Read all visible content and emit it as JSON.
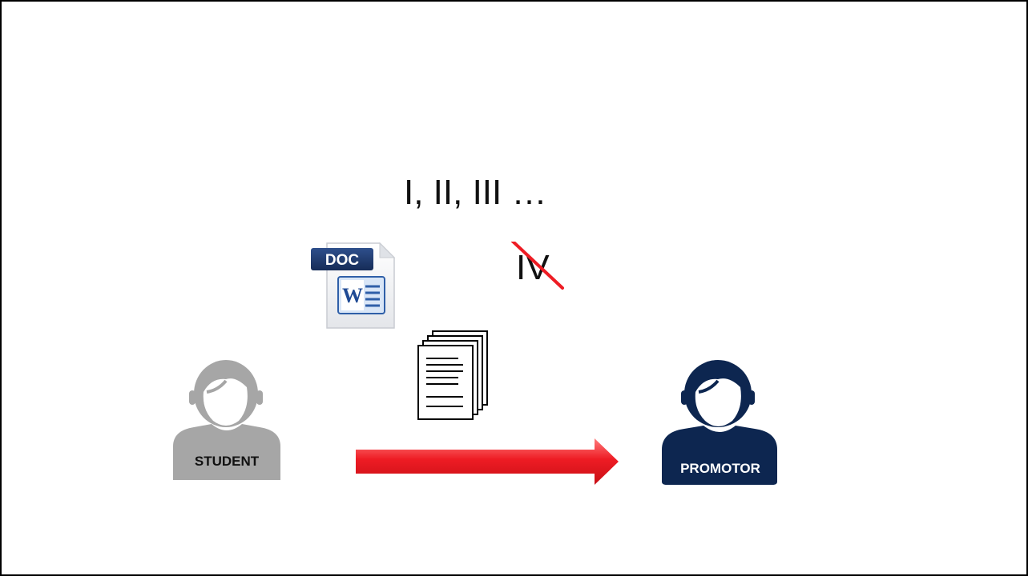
{
  "slide": {
    "chapters_text": "I, II, III …",
    "crossed_out_text": "IV",
    "doc_icon_badge": "DOC",
    "doc_icon_letter": "W",
    "student_label": "STUDENT",
    "promotor_label": "PROMOTOR"
  },
  "colors": {
    "student": "#a6a6a6",
    "promotor": "#0d2650",
    "arrow": "#ee1c24",
    "strike": "#ee1c24",
    "doc_badge": "#1f3a6e"
  }
}
